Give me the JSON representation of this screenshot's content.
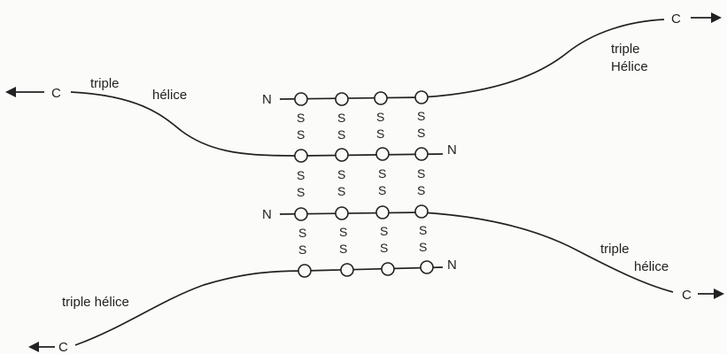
{
  "labels": {
    "triple": "triple",
    "helice": "hélice",
    "helice_alt": "Hélice",
    "triple_helice": "triple hélice",
    "c_terminus": "C",
    "n_terminus": "N",
    "disulfide": "S"
  },
  "ink_color": "#222222",
  "paper_color": "#fbfbf9"
}
